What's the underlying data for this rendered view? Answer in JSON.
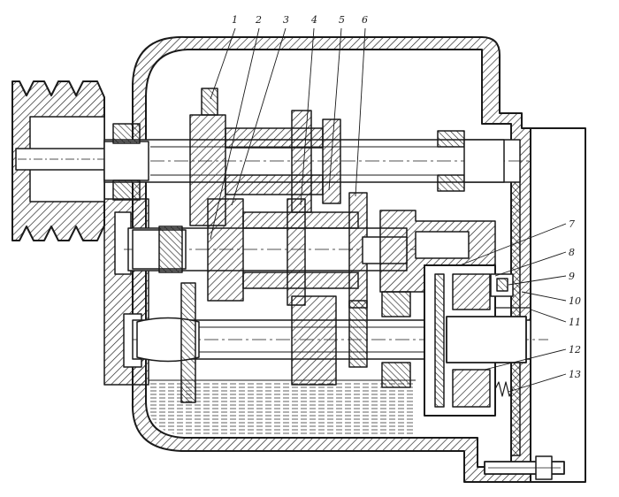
{
  "figure": {
    "callouts": [
      "1",
      "2",
      "3",
      "4",
      "5",
      "6",
      "7",
      "8",
      "9",
      "10",
      "11",
      "12",
      "13"
    ]
  },
  "colors": {
    "ink": "#1a1a1a",
    "paper": "#ffffff"
  }
}
